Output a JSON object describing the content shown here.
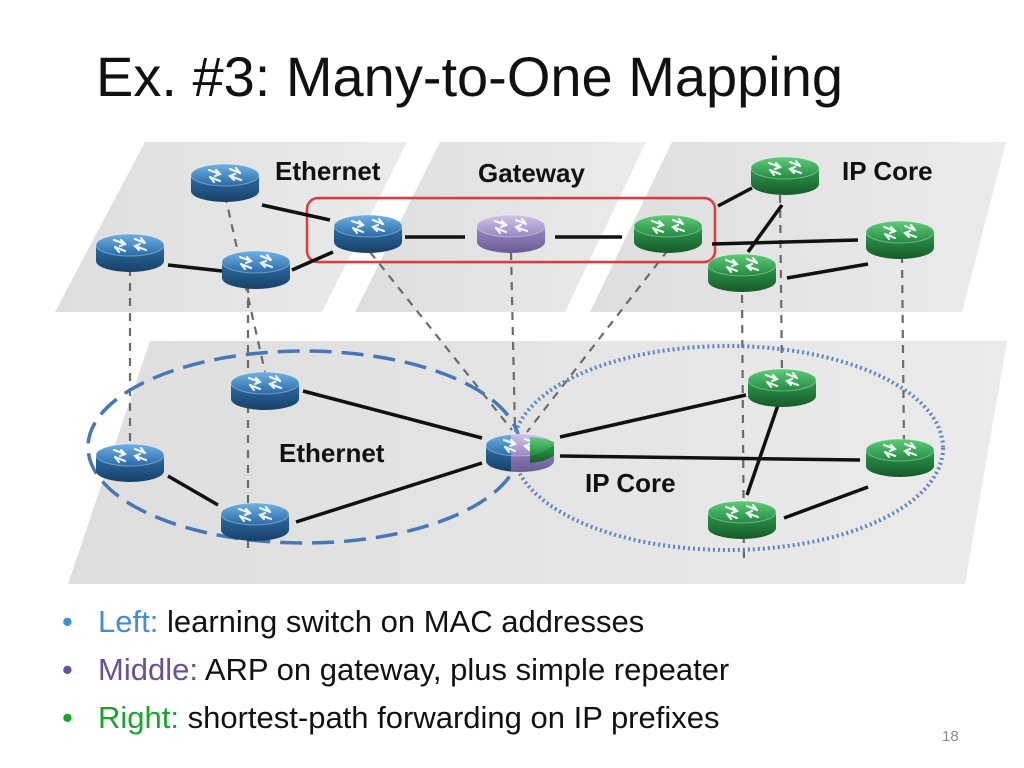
{
  "slide": {
    "title": "Ex. #3: Many-to-One Mapping",
    "number": "18"
  },
  "diagram": {
    "top_planes": {
      "ethernet_label": "Ethernet",
      "gateway_label": "Gateway",
      "ip_core_label": "IP Core"
    },
    "bottom_plane": {
      "ethernet_label": "Ethernet",
      "ip_core_label": "IP Core"
    },
    "colors": {
      "ethernet_router": "#3478b4",
      "gateway_router": "#a896c8",
      "ip_core_router": "#2f9a4e",
      "gateway_box": "#e03a3a",
      "ethernet_region": "#4677b8",
      "ip_core_region": "#5b86c5"
    },
    "icons": {
      "ethernet_router": "router-icon",
      "gateway_router": "router-icon",
      "ip_core_router": "router-icon",
      "merged_router": "router-icon"
    }
  },
  "bullets": [
    {
      "label": "Left:",
      "text": "learning switch on MAC addresses",
      "label_color": "#3f8fd6",
      "bullet_color": "#3f8fd6"
    },
    {
      "label": "Middle:",
      "text": "ARP on gateway, plus simple repeater",
      "label_color": "#6a4f9a",
      "bullet_color": "#6a4f9a"
    },
    {
      "label": "Right:",
      "text": "shortest-path forwarding on IP prefixes",
      "label_color": "#1aa52f",
      "bullet_color": "#1aa52f"
    }
  ]
}
